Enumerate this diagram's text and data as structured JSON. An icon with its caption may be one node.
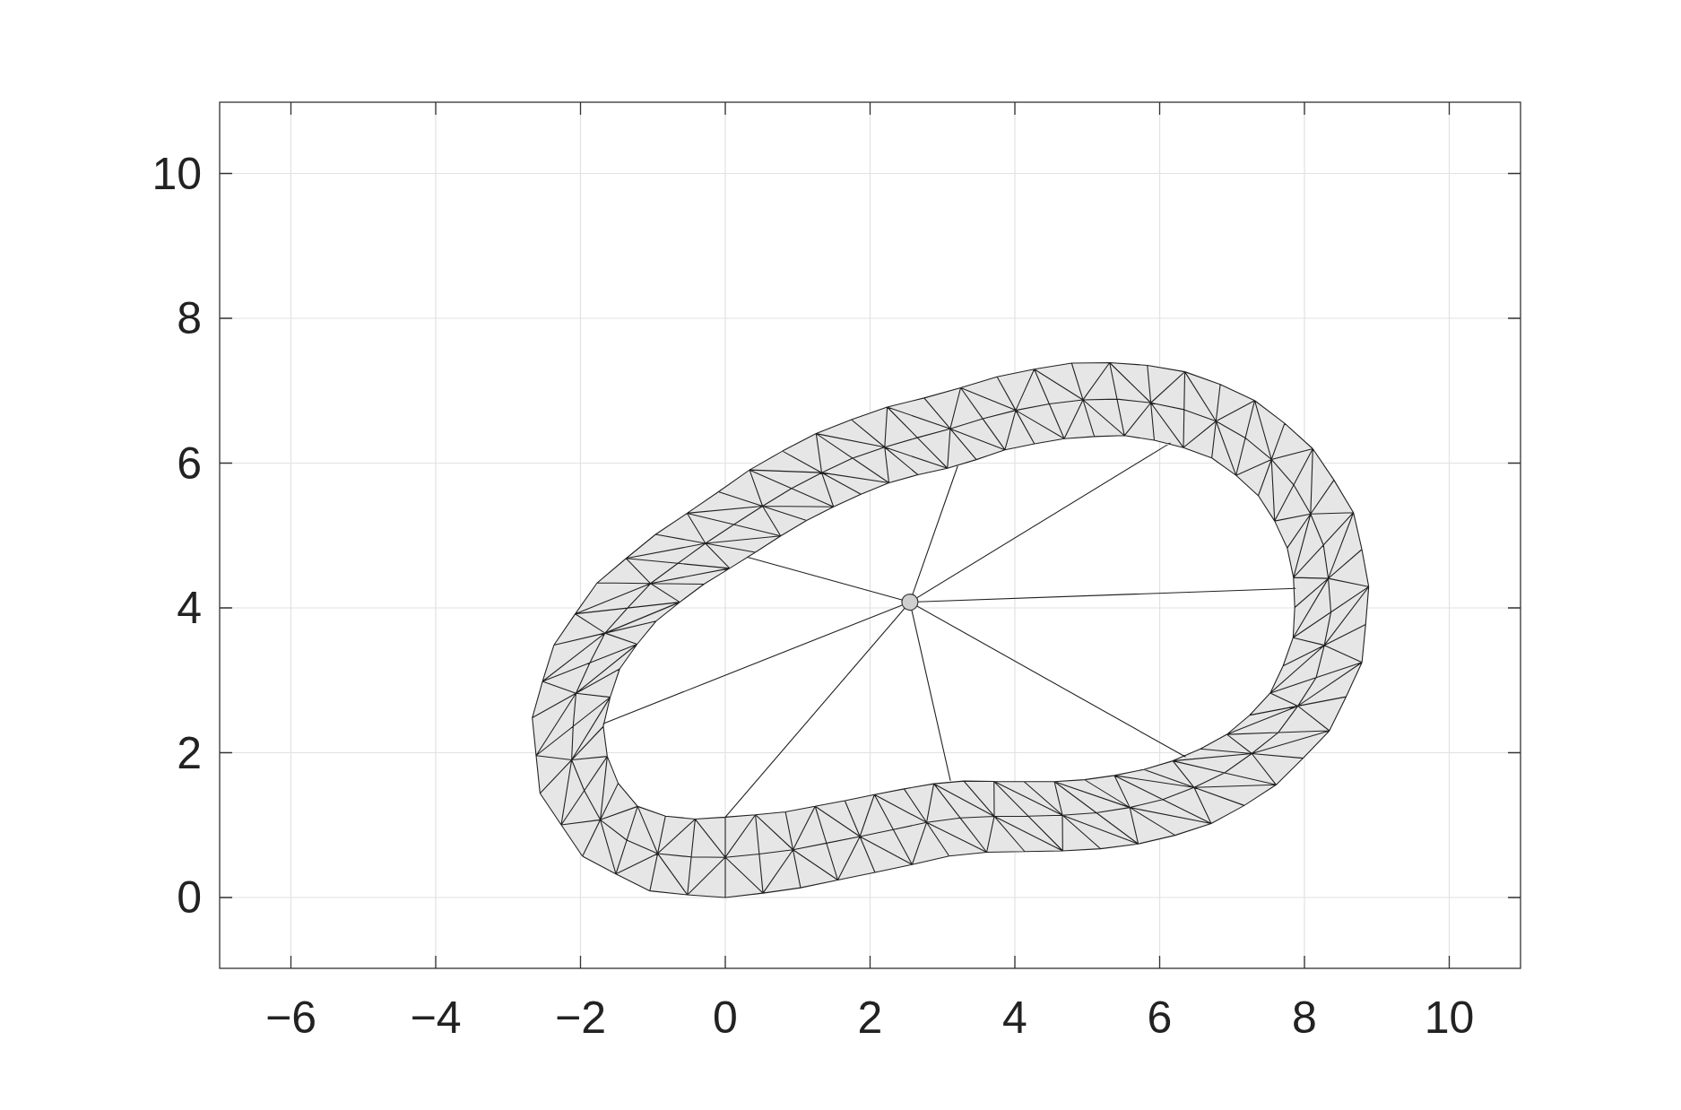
{
  "diagram": {
    "labels": [
      "10",
      "8",
      "6",
      "4",
      "2",
      "0",
      "−6",
      "−4",
      "−2",
      "0",
      "2",
      "4",
      "6",
      "8",
      "10"
    ]
  }
}
